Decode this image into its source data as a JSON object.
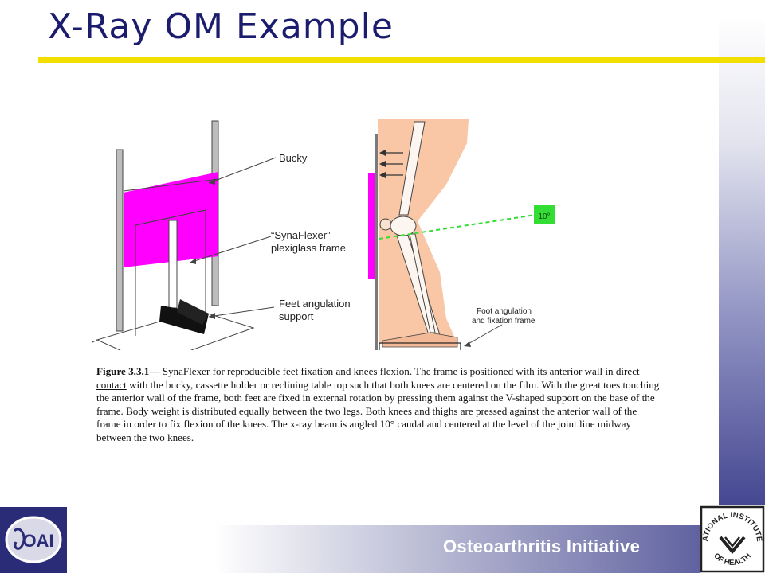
{
  "title": "X-Ray OM Example",
  "figure": {
    "labels": {
      "bucky": "Bucky",
      "synaflexer_1": "“SynaFlexer”",
      "synaflexer_2": "plexiglass frame",
      "feet_1": "Feet angulation",
      "feet_2": "support",
      "foot_frame_1": "Foot angulation",
      "foot_frame_2": "and fixation frame",
      "angle": "10°"
    },
    "colors": {
      "magenta": "#ff00ff",
      "skin": "#f9c7a6",
      "green": "#33dd33",
      "floor": "#d06a2a"
    }
  },
  "caption": {
    "figure_number": "Figure 3.3.1",
    "p1": "— SynaFlexer for reproducible feet fixation and knees flexion. The frame is positioned with its anterior wall in ",
    "underlined": "direct contact",
    "p2": " with the bucky, cassette holder or reclining table top such that both knees are centered on the film. With the great toes touching the anterior wall of the frame, both feet are fixed in external rotation by pressing them against the V-shaped support on the base of the frame. Body weight is distributed equally between the two legs. Both knees and thighs are pressed against the anterior wall of the frame in order to fix flexion of the knees. The x-ray beam is angled 10° caudal and centered at the level of the joint line midway between the two knees."
  },
  "footer": {
    "organization": "Osteoarthritis Initiative",
    "left_logo": "OAI",
    "right_logo_top": "NATIONAL INSTITUTES",
    "right_logo_bottom": "OF HEALTH"
  }
}
